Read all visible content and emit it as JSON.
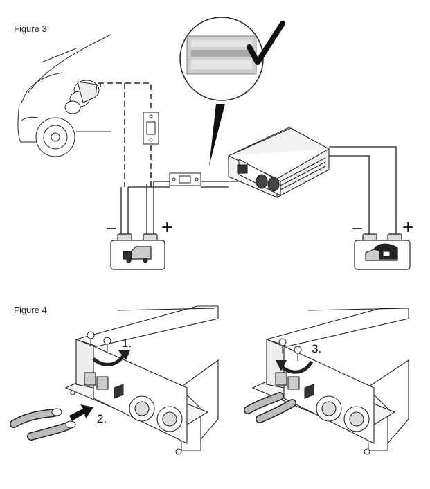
{
  "figures": {
    "fig3": {
      "label": "Figure 3"
    },
    "fig4": {
      "label": "Figure 4"
    }
  },
  "polarity": {
    "minus": "−",
    "plus": "+"
  },
  "steps": {
    "step1": "1.",
    "step2": "2.",
    "step3": "3."
  },
  "icons": {
    "vehicle": "vehicle-front-icon",
    "check": "checkmark-icon",
    "truck": "camper-truck-icon",
    "leisure": "leisure-vehicle-icon"
  },
  "colors": {
    "line": "#222222",
    "fill": "#ffffff",
    "shade": "#bdbdbd",
    "dark": "#555555",
    "cable": "#9a9a9a"
  }
}
